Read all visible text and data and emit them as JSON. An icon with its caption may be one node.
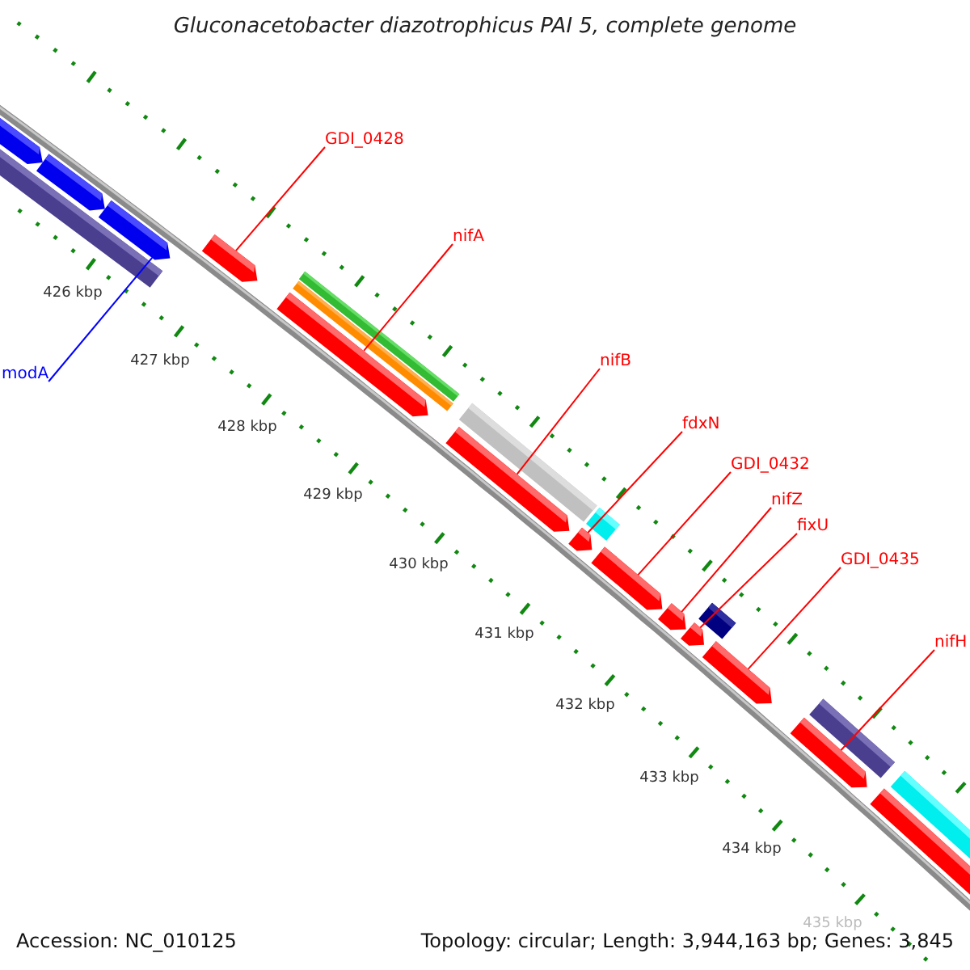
{
  "diagram": {
    "title": "Gluconacetobacter diazotrophicus PAI 5, complete genome",
    "nodes": [
      {
        "text": [
          "GDI_0428"
        ]
      },
      {
        "text": [
          "nifA"
        ]
      },
      {
        "text": [
          "nifB"
        ]
      },
      {
        "text": [
          "modA"
        ]
      },
      {
        "text": [
          "fdxN"
        ]
      },
      {
        "text": [
          "GDI_0432"
        ]
      },
      {
        "text": [
          "nifZ"
        ]
      },
      {
        "text": [
          "fixU"
        ]
      },
      {
        "text": [
          "GDI_0435"
        ]
      },
      {
        "text": [
          "nifH"
        ]
      },
      {
        "text": [],
        "shape": "pentagon"
      },
      {
        "text": [],
        "shape": "bar"
      },
      {
        "text": [],
        "shape": "pentagon"
      },
      {
        "text": [],
        "shape": "pentagon"
      },
      {
        "text": [],
        "shape": "pentagon"
      },
      {
        "text": [],
        "shape": "pentagon"
      },
      {
        "text": [],
        "shape": "bar"
      },
      {
        "text": [],
        "shape": "bar"
      },
      {
        "text": [],
        "shape": "pentagon"
      },
      {
        "text": [],
        "shape": "bar"
      },
      {
        "text": [],
        "shape": "pentagon"
      },
      {
        "text": [],
        "shape": "pentagon"
      },
      {
        "text": [],
        "shape": "box"
      },
      {
        "text": [],
        "shape": "pentagon"
      },
      {
        "text": [],
        "shape": "pentagon"
      },
      {
        "text": [],
        "shape": "box"
      },
      {
        "text": [],
        "shape": "pentagon"
      },
      {
        "text": [],
        "shape": "pentagon"
      },
      {
        "text": [],
        "shape": "bar"
      },
      {
        "text": [],
        "shape": "pentagon"
      },
      {
        "text": [],
        "shape": "bar"
      }
    ],
    "edges": [
      {
        "from": 0,
        "to": 14,
        "arrow": "none"
      },
      {
        "from": 1,
        "to": 15,
        "arrow": "none"
      },
      {
        "from": 2,
        "to": 18,
        "arrow": "none"
      },
      {
        "from": 3,
        "to": 13,
        "arrow": "none",
        "color": "#0000ff"
      },
      {
        "from": 4,
        "to": 20,
        "arrow": "none"
      },
      {
        "from": 5,
        "to": 21,
        "arrow": "none"
      },
      {
        "from": 6,
        "to": 23,
        "arrow": "none"
      },
      {
        "from": 7,
        "to": 24,
        "arrow": "none"
      },
      {
        "from": 8,
        "to": 26,
        "arrow": "none"
      },
      {
        "from": 9,
        "to": 27,
        "arrow": "none"
      }
    ],
    "labels": [
      "426 kbp",
      "427 kbp",
      "428 kbp",
      "429 kbp",
      "430 kbp",
      "431 kbp",
      "432 kbp",
      "433 kbp",
      "434 kbp",
      "435 kbp",
      "Accession: NC_010125",
      "Topology: circular; Length: 3,944,163 bp; Genes: 3,845"
    ]
  }
}
